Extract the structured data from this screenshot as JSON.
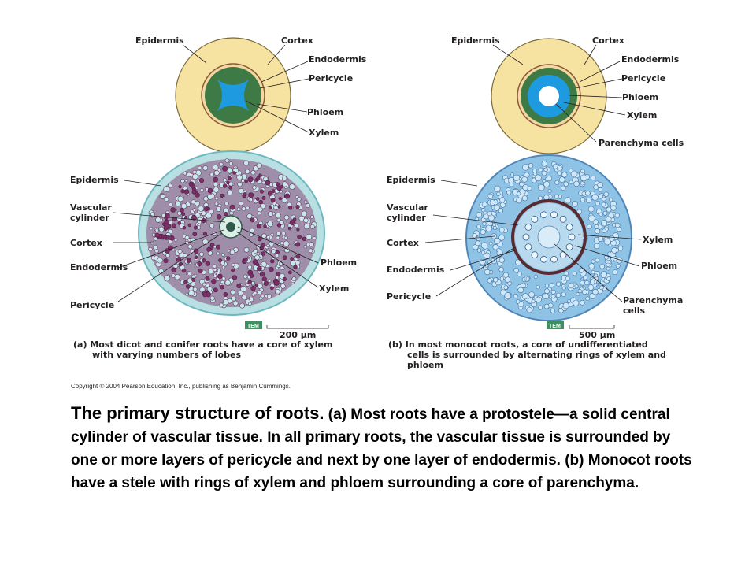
{
  "diagrams": [
    {
      "id": "dicot-diagram",
      "labels": {
        "epidermis": "Epidermis",
        "cortex": "Cortex",
        "endodermis": "Endodermis",
        "pericycle": "Pericycle",
        "phloem": "Phloem",
        "xylem": "Xylem"
      }
    },
    {
      "id": "monocot-diagram",
      "labels": {
        "epidermis": "Epidermis",
        "cortex": "Cortex",
        "endodermis": "Endodermis",
        "pericycle": "Pericycle",
        "phloem": "Phloem",
        "xylem": "Xylem",
        "parenchyma": "Parenchyma cells"
      }
    }
  ],
  "micrographs": [
    {
      "id": "dicot-micrograph",
      "labels": {
        "epidermis": "Epidermis",
        "vascular_1": "Vascular",
        "vascular_2": "cylinder",
        "cortex": "Cortex",
        "endodermis": "Endodermis",
        "pericycle": "Pericycle",
        "phloem": "Phloem",
        "xylem": "Xylem"
      },
      "tem_badge": "TEM",
      "scale_bar": "200 µm",
      "caption_lines": [
        "(a) Most dicot and conifer roots have a core of xylem",
        "with varying numbers of lobes"
      ]
    },
    {
      "id": "monocot-micrograph",
      "labels": {
        "epidermis": "Epidermis",
        "vascular_1": "Vascular",
        "vascular_2": "cylinder",
        "cortex": "Cortex",
        "endodermis": "Endodermis",
        "pericycle": "Pericycle",
        "xylem": "Xylem",
        "phloem": "Phloem",
        "parenchyma_1": "Parenchyma",
        "parenchyma_2": "cells"
      },
      "tem_badge": "TEM",
      "scale_bar": "500 µm",
      "caption_lines": [
        "(b) In most monocot roots, a core of undifferentiated",
        "cells is surrounded by alternating rings of xylem and",
        "phloem"
      ]
    }
  ],
  "copyright": "Copyright © 2004 Pearson Education, Inc., publishing as Benjamin Cummings.",
  "caption": {
    "lead": "The primary structure of roots.",
    "body": " (a) Most roots have a protostele—a solid central cylinder of vascular tissue. In all primary roots, the vascular tissue is surrounded by one or more layers of pericycle and next by one layer of endodermis. (b) Monocot roots have a stele with rings of xylem and phloem surrounding a core of parenchyma."
  },
  "colors": {
    "cortex_fill": "#f7e3a1",
    "vascular_green": "#3d7a45",
    "xylem_blue": "#1e9be0",
    "dicot_stain": "#7a3d6e",
    "dicot_cells": "#a6d8dc",
    "monocot_cells": "#8fc3e6",
    "monocot_ring": "#5a2a30",
    "tem_badge": "#3f8f60"
  }
}
